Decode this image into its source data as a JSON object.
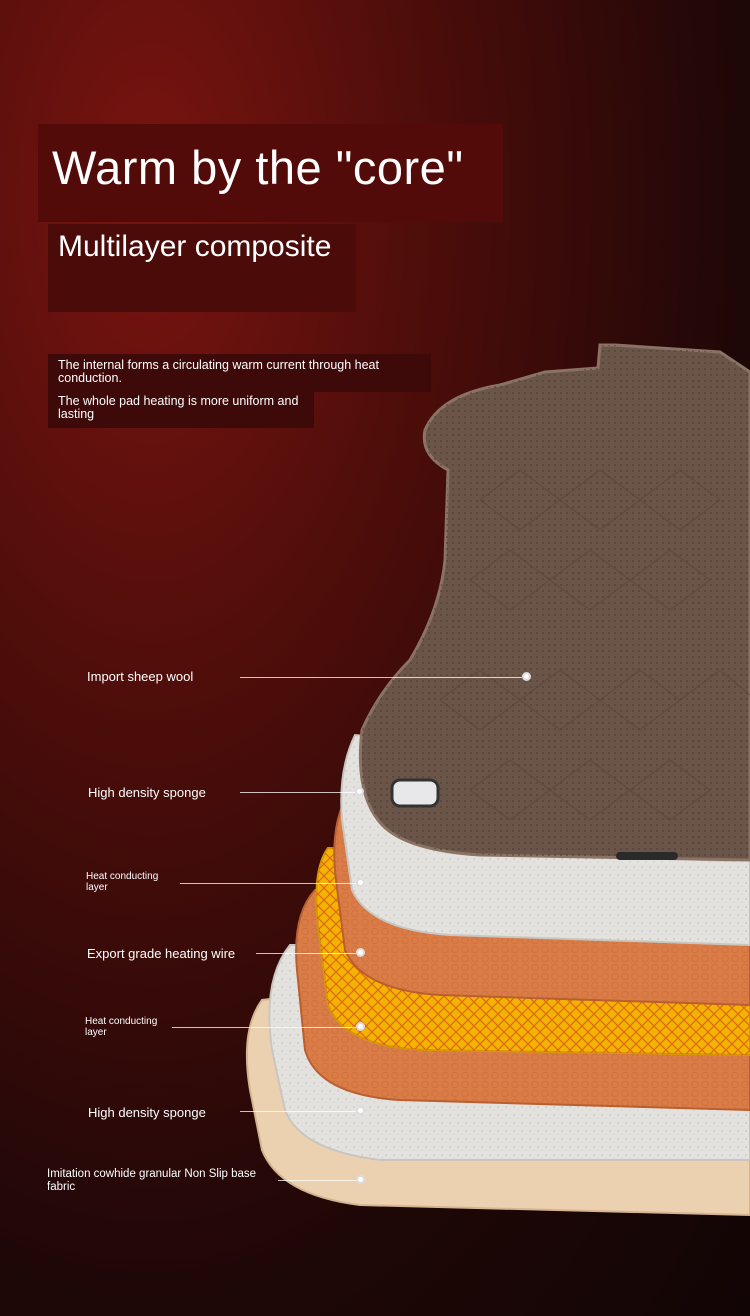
{
  "headline": "Warm by the \"core\"",
  "subheadline": "Multilayer composite",
  "descriptions": [
    "The internal forms a circulating warm current through heat conduction.",
    "The whole pad heating is more uniform and lasting"
  ],
  "layers": [
    {
      "label": "Import sheep wool"
    },
    {
      "label": "High density sponge"
    },
    {
      "label": "Heat conducting layer"
    },
    {
      "label": "Export grade heating wire"
    },
    {
      "label": "Heat conducting layer"
    },
    {
      "label": "High density sponge"
    },
    {
      "label": "Imitation cowhide granular Non Slip base fabric"
    }
  ],
  "colors": {
    "wool": "#6b5548",
    "sponge": "#e4e2de",
    "heat_layer": "#d97c46",
    "heating_wire": "#f2b400",
    "base_fabric": "#ecd1b0"
  }
}
